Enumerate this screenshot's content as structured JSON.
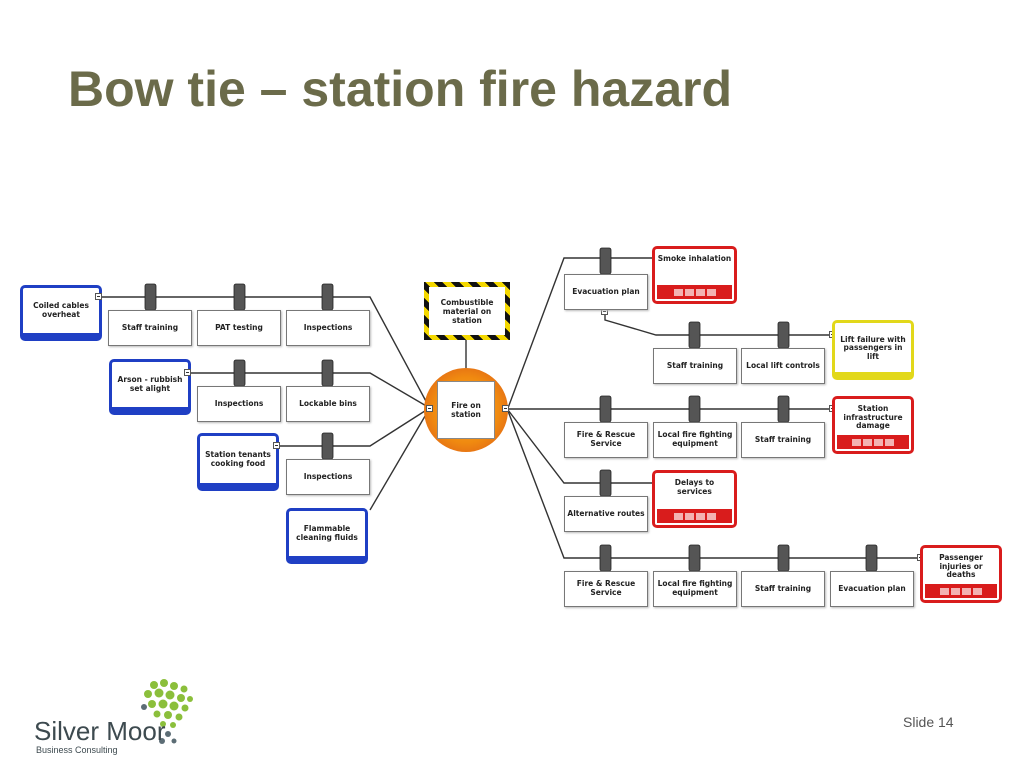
{
  "slide": {
    "title": "Bow tie – station fire hazard",
    "slide_number": "Slide 14"
  },
  "logo": {
    "name": "Silver Moor",
    "subtitle": "Business Consulting"
  },
  "diagram": {
    "hazard": "Combustible material on station",
    "top_event": "Fire on station",
    "threats": [
      {
        "label": "Coiled cables overheat",
        "barriers": [
          "Staff training",
          "PAT testing",
          "Inspections"
        ]
      },
      {
        "label": "Arson - rubbish set alight",
        "barriers": [
          "Inspections",
          "Lockable bins"
        ]
      },
      {
        "label": "Station tenants cooking food",
        "barriers": [
          "Inspections"
        ]
      },
      {
        "label": "Flammable cleaning fluids",
        "barriers": []
      }
    ],
    "consequences": [
      {
        "label": "Smoke inhalation",
        "barriers": [
          "Evacuation plan"
        ]
      },
      {
        "label": "Lift failure with passengers in lift",
        "barriers": [
          "Staff training",
          "Local lift controls"
        ]
      },
      {
        "label": "Station infrastructure damage",
        "barriers": [
          "Fire & Rescue Service",
          "Local fire fighting equipment",
          "Staff training"
        ]
      },
      {
        "label": "Delays to services",
        "barriers": [
          "Alternative routes"
        ]
      },
      {
        "label": "Passenger injuries or deaths",
        "barriers": [
          "Fire & Rescue Service",
          "Local fire fighting equipment",
          "Staff training",
          "Evacuation plan"
        ]
      }
    ],
    "colors": {
      "threat": "#1f3fc4",
      "consequence": "#d91c1c",
      "escalation": "#e2d81a",
      "top_event": "#f08a10",
      "hazard_stripes": [
        "#111111",
        "#f4d800"
      ],
      "title": "#6b6b4a",
      "logo_green": "#8bbf3b"
    }
  }
}
